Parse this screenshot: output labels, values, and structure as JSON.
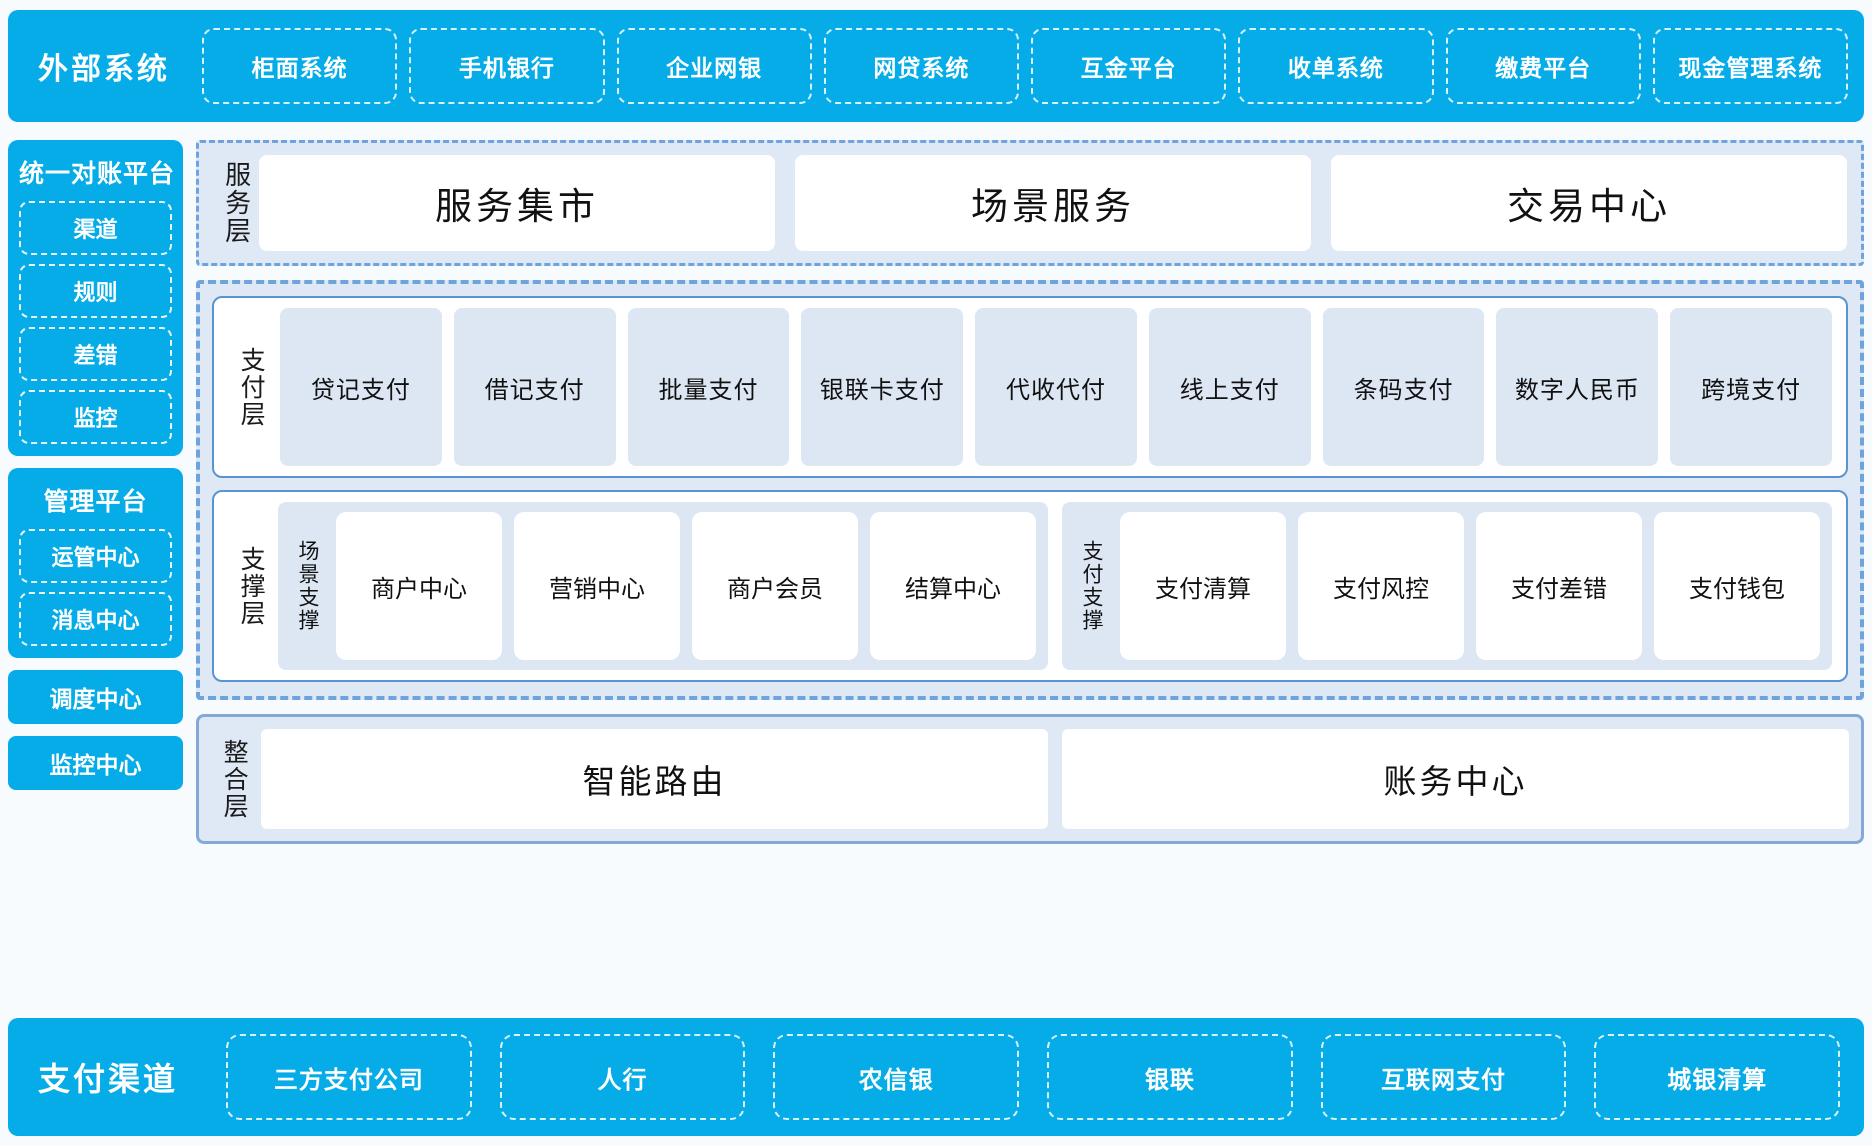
{
  "colors": {
    "cyan": "#05ace8",
    "panel_fill": "#dfe9f5",
    "panel_dash": "#6ea3dd",
    "card_border": "#5b93d2",
    "tile_fill": "#dde7f4",
    "page_bg": "#f7fbfd"
  },
  "external_systems": {
    "title": "外部系统",
    "items": [
      "柜面系统",
      "手机银行",
      "企业网银",
      "网贷系统",
      "互金平台",
      "收单系统",
      "缴费平台",
      "现金管理系统"
    ]
  },
  "left_rail": {
    "reconciliation": {
      "title": "统一对账平台",
      "items": [
        "渠道",
        "规则",
        "差错",
        "监控"
      ]
    },
    "management": {
      "title": "管理平台",
      "items": [
        "运管中心",
        "消息中心"
      ]
    },
    "standalone": [
      "调度中心",
      "监控中心"
    ]
  },
  "service_layer": {
    "label": "服务层",
    "items": [
      "服务集市",
      "场景服务",
      "交易中心"
    ]
  },
  "payment_layer": {
    "label": "支付层",
    "items": [
      "贷记支付",
      "借记支付",
      "批量支付",
      "银联卡支付",
      "代收代付",
      "线上支付",
      "条码支付",
      "数字人民币",
      "跨境支付"
    ]
  },
  "support_layer": {
    "label": "支撑层",
    "groups": [
      {
        "label": "场景支撑",
        "items": [
          "商户中心",
          "营销中心",
          "商户会员",
          "结算中心"
        ]
      },
      {
        "label": "支付支撑",
        "items": [
          "支付清算",
          "支付风控",
          "支付差错",
          "支付钱包"
        ]
      }
    ]
  },
  "integration_layer": {
    "label": "整合层",
    "items": [
      "智能路由",
      "账务中心"
    ]
  },
  "payment_channels": {
    "title": "支付渠道",
    "items": [
      "三方支付公司",
      "人行",
      "农信银",
      "银联",
      "互联网支付",
      "城银清算"
    ]
  }
}
